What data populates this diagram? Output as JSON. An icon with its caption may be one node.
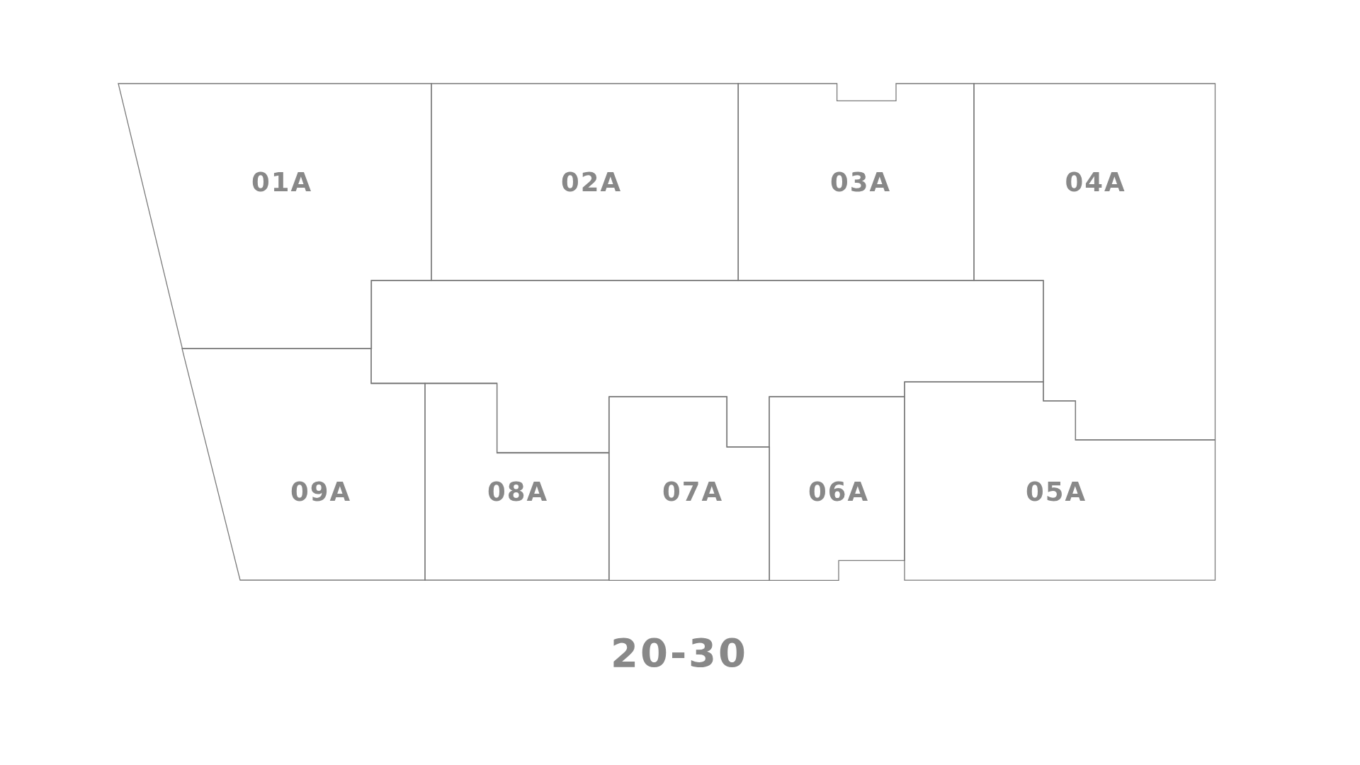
{
  "diagram": {
    "title": "20-30",
    "nodes": [
      {
        "text": [
          "01A"
        ]
      },
      {
        "text": [
          "02A"
        ]
      },
      {
        "text": [
          "03A"
        ]
      },
      {
        "text": [
          "04A"
        ]
      },
      {
        "text": [],
        "shape": "box"
      },
      {
        "text": [
          "09A"
        ]
      },
      {
        "text": [
          "08A"
        ]
      },
      {
        "text": [
          "07A"
        ]
      },
      {
        "text": [
          "06A"
        ]
      },
      {
        "text": [
          "05A"
        ]
      }
    ]
  }
}
